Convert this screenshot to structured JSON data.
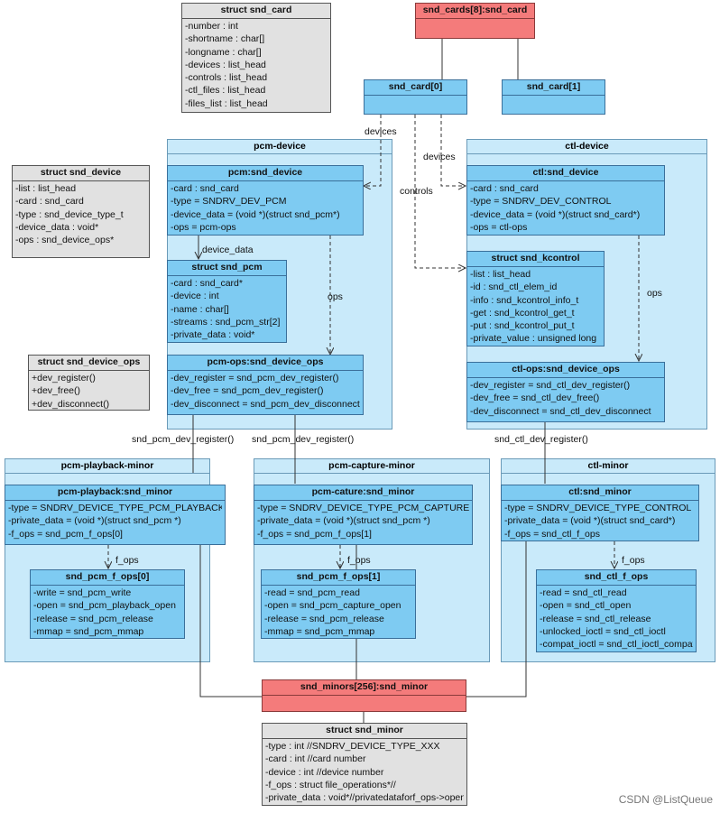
{
  "struct_snd_card": {
    "title": "struct snd_card",
    "fields": [
      "-number : int",
      "-shortname : char[]",
      "-longname : char[]",
      "-devices : list_head",
      "-controls : list_head",
      "-ctl_files : list_head",
      "-files_list : list_head"
    ]
  },
  "snd_cards": {
    "title": "snd_cards[8]:snd_card"
  },
  "snd_card0": {
    "title": "snd_card[0]"
  },
  "snd_card1": {
    "title": "snd_card[1]"
  },
  "pcm_device_pkg": {
    "title": "pcm-device"
  },
  "ctl_device_pkg": {
    "title": "ctl-device"
  },
  "struct_snd_device": {
    "title": "struct snd_device",
    "fields": [
      "-list : list_head",
      "-card : snd_card",
      "-type : snd_device_type_t",
      "-device_data : void*",
      "-ops : snd_device_ops*"
    ]
  },
  "pcm_snd_device": {
    "title": "pcm:snd_device",
    "fields": [
      "-card : snd_card",
      "-type = SNDRV_DEV_PCM",
      "-device_data = (void *)(struct snd_pcm*)",
      "-ops = pcm-ops"
    ]
  },
  "struct_snd_pcm": {
    "title": "struct snd_pcm",
    "fields": [
      "-card : snd_card*",
      "-device : int",
      "-name : char[]",
      "-streams : snd_pcm_str[2]",
      "-private_data : void*"
    ]
  },
  "pcm_ops": {
    "title": "pcm-ops:snd_device_ops",
    "fields": [
      "-dev_register = snd_pcm_dev_register()",
      "-dev_free = snd_pcm_dev_register()",
      "-dev_disconnect = snd_pcm_dev_disconnect"
    ]
  },
  "struct_snd_device_ops": {
    "title": "struct snd_device_ops",
    "fields": [
      "+dev_register()",
      "+dev_free()",
      "+dev_disconnect()"
    ]
  },
  "ctl_snd_device": {
    "title": "ctl:snd_device",
    "fields": [
      "-card : snd_card",
      "-type = SNDRV_DEV_CONTROL",
      "-device_data = (void *)(struct snd_card*)",
      "-ops = ctl-ops"
    ]
  },
  "struct_snd_kcontrol": {
    "title": "struct snd_kcontrol",
    "fields": [
      "-list : list_head",
      "-id : snd_ctl_elem_id",
      "-info : snd_kcontrol_info_t",
      "-get : snd_kcontrol_get_t",
      "-put : snd_kcontrol_put_t",
      "-private_value : unsigned long"
    ]
  },
  "ctl_ops": {
    "title": "ctl-ops:snd_device_ops",
    "fields": [
      "-dev_register = snd_ctl_dev_register()",
      "-dev_free = snd_ctl_dev_free()",
      "-dev_disconnect = snd_ctl_dev_disconnect"
    ]
  },
  "pb_pkg": {
    "title": "pcm-playback-minor"
  },
  "cap_pkg": {
    "title": "pcm-capture-minor"
  },
  "ctlm_pkg": {
    "title": "ctl-minor"
  },
  "pb_minor": {
    "title": "pcm-playback:snd_minor",
    "fields": [
      "-type = SNDRV_DEVICE_TYPE_PCM_PLAYBACK",
      "-private_data = (void *)(struct snd_pcm *)",
      "-f_ops = snd_pcm_f_ops[0]"
    ]
  },
  "cap_minor": {
    "title": "pcm-cature:snd_minor",
    "fields": [
      "-type = SNDRV_DEVICE_TYPE_PCM_CAPTURE",
      "-private_data = (void *)(struct snd_pcm *)",
      "-f_ops = snd_pcm_f_ops[1]"
    ]
  },
  "ctl_minor": {
    "title": "ctl:snd_minor",
    "fields": [
      "-type = SNDRV_DEVICE_TYPE_CONTROL",
      "-private_data = (void *)(struct snd_card*)",
      "-f_ops = snd_ctl_f_ops"
    ]
  },
  "pcm_f_ops0": {
    "title": "snd_pcm_f_ops[0]",
    "fields": [
      "-write = snd_pcm_write",
      "-open = snd_pcm_playback_open",
      "-release = snd_pcm_release",
      "-mmap = snd_pcm_mmap"
    ]
  },
  "pcm_f_ops1": {
    "title": "snd_pcm_f_ops[1]",
    "fields": [
      "-read = snd_pcm_read",
      "-open = snd_pcm_capture_open",
      "-release = snd_pcm_release",
      "-mmap = snd_pcm_mmap"
    ]
  },
  "ctl_f_ops": {
    "title": "snd_ctl_f_ops",
    "fields": [
      "-read = snd_ctl_read",
      "-open = snd_ctl_open",
      "-release = snd_ctl_release",
      "-unlocked_ioctl = snd_ctl_ioctl",
      "-compat_ioctl = snd_ctl_ioctl_compat"
    ]
  },
  "snd_minors": {
    "title": "snd_minors[256]:snd_minor"
  },
  "struct_snd_minor": {
    "title": "struct snd_minor",
    "fields": [
      "-type : int //SNDRV_DEVICE_TYPE_XXX",
      "-card : int //card number",
      "-device : int //device number",
      "-f_ops : struct file_operations*//",
      "-private_data : void*//privatedataforf_ops->open"
    ]
  },
  "labels": {
    "devices_a": "devices",
    "devices_b": "devices",
    "controls": "controls",
    "device_data": "device_data",
    "ops_pcm": "ops",
    "ops_ctl": "ops",
    "reg_pb": "snd_pcm_dev_register()",
    "reg_cap": "snd_pcm_dev_register()",
    "reg_ctl": "snd_ctl_dev_register()",
    "fops_a": "f_ops",
    "fops_b": "f_ops",
    "fops_c": "f_ops"
  },
  "watermark": "CSDN @ListQueue"
}
